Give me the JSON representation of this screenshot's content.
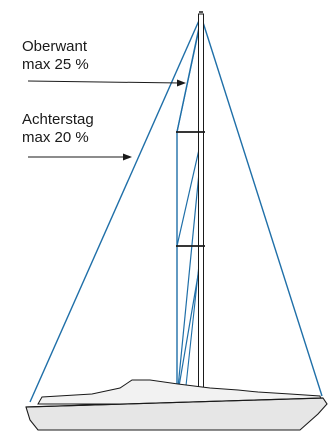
{
  "labels": {
    "oberwant": {
      "name": "Oberwant",
      "limit": "max 25 %"
    },
    "achterstag": {
      "name": "Achterstag",
      "limit": "max 20 %"
    }
  },
  "colors": {
    "rigging": "#1f6fa8",
    "outline": "#1a1a1a",
    "hull_fill": "#e6e6e6",
    "mast_fill": "#ffffff"
  }
}
